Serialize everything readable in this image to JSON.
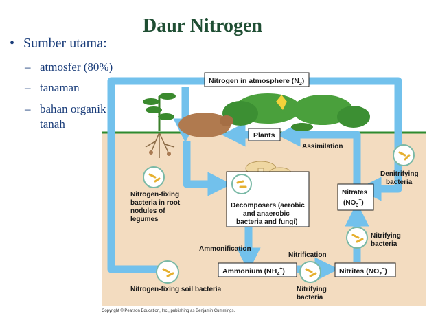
{
  "slide": {
    "title": "Daur Nitrogen",
    "bullet": {
      "marker": "•",
      "text": "Sumber utama:"
    },
    "sub_items": [
      {
        "marker": "–",
        "line1": "atmosfer (80%)",
        "line2": ""
      },
      {
        "marker": "–",
        "line1": "tanaman",
        "line2": ""
      },
      {
        "marker": "–",
        "line1": "bahan organik",
        "line2": "tanah"
      }
    ]
  },
  "diagram": {
    "colors": {
      "arrow": "#72c1ec",
      "soil": "#f3dcc0",
      "box_border": "#222222",
      "text": "#1a1a1a",
      "grass": "#2e8a2e"
    },
    "boxes": {
      "atmosphere": {
        "text": "Nitrogen in atmosphere (N",
        "sub": "2",
        "close": ")"
      },
      "plants": "Plants",
      "decomposers": [
        "Decomposers (aerobic",
        "and anaerobic",
        "bacteria and fungi)"
      ],
      "nitrates": {
        "line1": "Nitrates",
        "line2": "(NO",
        "sub": "3",
        "sup": "−",
        "close": ")"
      },
      "ammonium": {
        "text": "Ammonium (NH",
        "sub": "4",
        "sup": "+",
        "close": ")"
      },
      "nitrites": {
        "text": "Nitrites (NO",
        "sub": "2",
        "sup": "−",
        "close": ")"
      }
    },
    "labels": {
      "assimilation": "Assimilation",
      "denitrifying": [
        "Denitrifying",
        "bacteria"
      ],
      "nitrogen_fixing_root": [
        "Nitrogen-fixing",
        "bacteria in root",
        "nodules of",
        "legumes"
      ],
      "ammonification": "Ammonification",
      "nitrification": "Nitrification",
      "nitrifying_right": [
        "Nitrifying",
        "bacteria"
      ],
      "nitrifying_bottom": [
        "Nitrifying",
        "bacteria"
      ],
      "soil_bacteria": "Nitrogen-fixing soil bacteria",
      "copyright": "Copyright © Pearson Education, Inc., publishing as Benjamin Cummings."
    }
  }
}
